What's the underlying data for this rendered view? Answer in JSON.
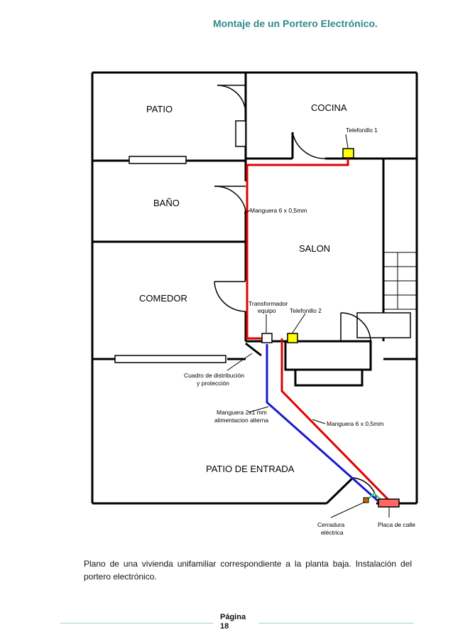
{
  "header": {
    "title": "Montaje de un Portero Electrónico."
  },
  "plan": {
    "rooms": {
      "patio": "PATIO",
      "cocina": "COCINA",
      "bano": "BAÑO",
      "salon": "SALON",
      "comedor": "COMEDOR",
      "patio_entrada": "PATIO DE ENTRADA"
    },
    "labels": {
      "telefonillo1": "Telefonillo 1",
      "manguera_salon": "Manguera 6 x 0,5mm",
      "transformador": [
        "Transformador",
        "equipo"
      ],
      "telefonillo2": "Telefonillo 2",
      "cuadro": [
        "Cuadro de distribución",
        "y protección"
      ],
      "manguera_alt": [
        "Manguera 2x1 mm",
        "alimentacion alterna"
      ],
      "manguera_entrada": "Manguera 6 x 0,5mm",
      "cerradura": [
        "Cerradura",
        "eléctrica"
      ],
      "placa": "Placa de calle"
    },
    "colors": {
      "wall": "#000000",
      "wire_red": "#e00000",
      "wire_blue": "#1a1acc",
      "wire_green": "#33cc66",
      "phone": "#ffff00",
      "placa": "#ff6666"
    }
  },
  "caption": "Plano de una vivienda unifamiliar correspondiente a la planta baja. Instalación del portero electrónico.",
  "footer": {
    "label": "Página",
    "page": "18"
  }
}
